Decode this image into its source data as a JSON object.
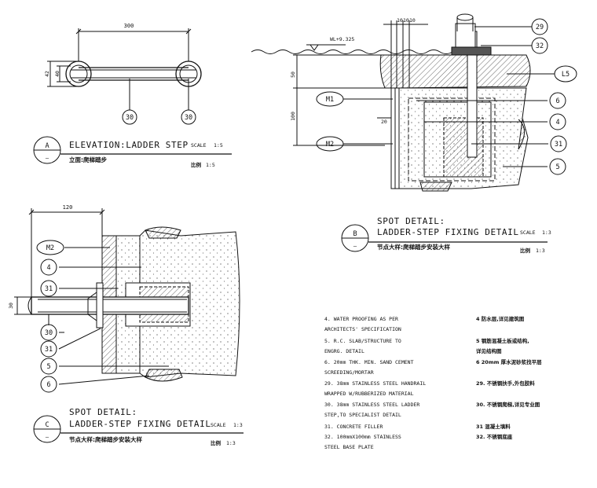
{
  "detail_a": {
    "dim_width": "300",
    "dim_height_outer": "42",
    "dim_height_inner": "40",
    "callout_left": "30",
    "callout_right": "30",
    "mark_letter": "A",
    "mark_dash": "—",
    "title_en": "ELEVATION:LADDER STEP",
    "title_cn": "立面:爬梯踏步",
    "scale_label": "SCALE",
    "scale_value": "1:5",
    "scale_cn_label": "比例",
    "scale_cn_value": "1:5"
  },
  "detail_b": {
    "wl_label": "WL+9.325",
    "dim_top": [
      "10",
      "10",
      "10"
    ],
    "dim_50": "50",
    "dim_100": "100",
    "dim_20": "20",
    "callouts": [
      "29",
      "32",
      "L5",
      "6",
      "4",
      "31",
      "5"
    ],
    "callout_m1": "M1",
    "callout_m2": "M2",
    "mark_letter": "B",
    "mark_dash": "—",
    "title_line1": "SPOT DETAIL:",
    "title_line2": "LADDER-STEP FIXING DETAIL",
    "title_cn": "节点大样:爬梯踏步安装大样",
    "scale_label": "SCALE",
    "scale_value": "1:3",
    "scale_cn_label": "比例",
    "scale_cn_value": "1:3"
  },
  "detail_c": {
    "dim_width": "120",
    "dim_height": "30",
    "callouts": [
      "M2",
      "4",
      "31",
      "30",
      "31",
      "5",
      "6"
    ],
    "mark_letter": "C",
    "mark_dash": "—",
    "title_line1": "SPOT DETAIL:",
    "title_line2": "LADDER-STEP FIXING DETAIL",
    "title_cn": "节点大样:爬梯踏步安装大样",
    "scale_label": "SCALE",
    "scale_value": "1:3",
    "scale_cn_label": "比例",
    "scale_cn_value": "1:3"
  },
  "legend_en": [
    "4.   WATER PROOFING AS PER",
    "      ARCHITECTS' SPECIFICATION",
    "5.   R.C. SLAB/STRUCTURE TO",
    "      ENGRG. DETAIL",
    "6.   20mm THK. MIN. SAND CEMENT",
    "      SCREEDING/MORTAR",
    "29.  38mm    STAINLESS STEEL HANDRAIL",
    "      WRAPPED W/RUBBERIZED MATERIAL",
    "30.  38mm    STAINLESS   STEEL LADDER",
    "      STEP,TO SPECIALIST DETAIL",
    "31.  CONCRETE FILLER",
    "32.  100mmX100mm STAINLESS",
    "      STEEL BASE PLATE"
  ],
  "legend_cn": [
    "4     防水层,详见建筑图",
    "5     钢筋混凝土板或结构,",
    "       详见结构图",
    "6     20mm  厚水泥砂浆找平层",
    "29.   不锈钢扶手,外包胶料",
    "30.   不锈钢爬梯,详见专业图",
    "31    混凝土填料",
    "32.   不锈钢底座"
  ]
}
